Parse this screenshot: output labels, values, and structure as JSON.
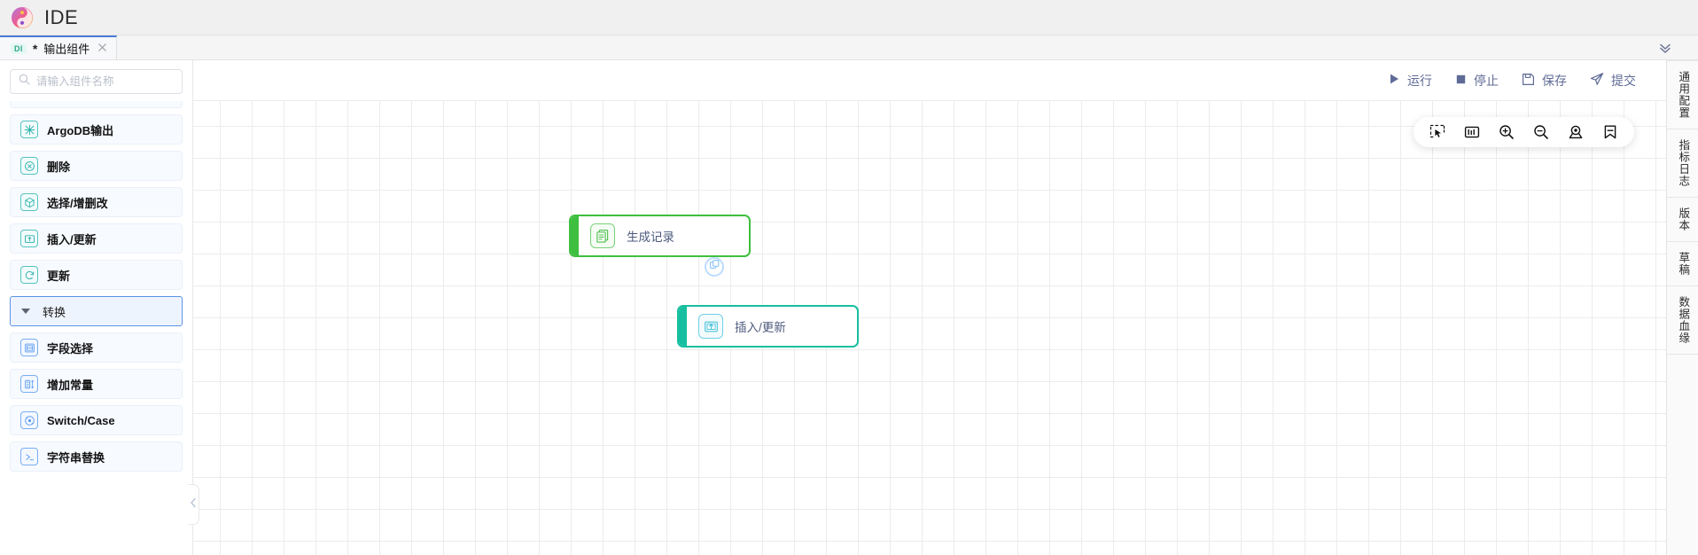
{
  "app": {
    "title": "IDE",
    "logo_icon": "swirl-logo-icon"
  },
  "tabbar": {
    "tabs": [
      {
        "badge": "DI",
        "dirty": "*",
        "name": "输出组件",
        "close_icon": "close-icon"
      }
    ],
    "collapse_icon": "chevron-double-down-icon"
  },
  "left_panel": {
    "search": {
      "placeholder": "请输入组件名称",
      "value": "",
      "icon": "search-icon"
    },
    "items": [
      {
        "label": "ArgoDB输出",
        "icon": "argodb-output-icon",
        "icon_color": "teal",
        "type": "component"
      },
      {
        "label": "删除",
        "icon": "delete-circle-icon",
        "icon_color": "teal",
        "type": "component"
      },
      {
        "label": "选择/增删改",
        "icon": "cube-select-icon",
        "icon_color": "teal",
        "type": "component"
      },
      {
        "label": "插入/更新",
        "icon": "insert-update-icon",
        "icon_color": "teal",
        "type": "component"
      },
      {
        "label": "更新",
        "icon": "refresh-icon",
        "icon_color": "teal",
        "type": "component"
      },
      {
        "label": "转换",
        "icon": "caret-down-icon",
        "type": "group",
        "expanded": true
      },
      {
        "label": "字段选择",
        "icon": "field-select-icon",
        "icon_color": "blue",
        "type": "component"
      },
      {
        "label": "增加常量",
        "icon": "add-constant-icon",
        "icon_color": "blue",
        "type": "component"
      },
      {
        "label": "Switch/Case",
        "icon": "switch-case-icon",
        "icon_color": "blue",
        "type": "component"
      },
      {
        "label": "字符串替换",
        "icon": "string-replace-icon",
        "icon_color": "blue",
        "type": "component"
      }
    ],
    "collapse_handle_icon": "chevron-left-icon"
  },
  "canvas_toolbar": {
    "actions": [
      {
        "label": "运行",
        "icon": "play-icon"
      },
      {
        "label": "停止",
        "icon": "stop-icon"
      },
      {
        "label": "保存",
        "icon": "save-icon"
      },
      {
        "label": "提交",
        "icon": "submit-send-icon"
      }
    ],
    "accent": "#5f6b96"
  },
  "floating_tools": {
    "buttons": [
      {
        "icon": "marquee-select-icon",
        "name": "marquee-select"
      },
      {
        "icon": "fit-to-screen-icon",
        "name": "fit-to-screen"
      },
      {
        "icon": "zoom-in-icon",
        "name": "zoom-in"
      },
      {
        "icon": "zoom-out-icon",
        "name": "zoom-out"
      },
      {
        "icon": "locate-node-icon",
        "name": "locate-node"
      },
      {
        "icon": "bookmark-icon",
        "name": "bookmark"
      }
    ]
  },
  "flow": {
    "nodes": [
      {
        "id": "generate",
        "label": "生成记录",
        "icon": "generate-record-icon",
        "color": "#3fbf3f"
      },
      {
        "id": "upsert",
        "label": "插入/更新",
        "icon": "insert-update-icon",
        "color": "#17bfa0"
      }
    ],
    "edges": [
      {
        "from": "generate",
        "to": "upsert",
        "badge_icon": "copy-layers-icon"
      }
    ]
  },
  "right_rail": {
    "tabs": [
      {
        "label": "通用配置"
      },
      {
        "label": "指标日志"
      },
      {
        "label": "版本"
      },
      {
        "label": "草稿"
      },
      {
        "label": "数据血缘"
      }
    ]
  }
}
